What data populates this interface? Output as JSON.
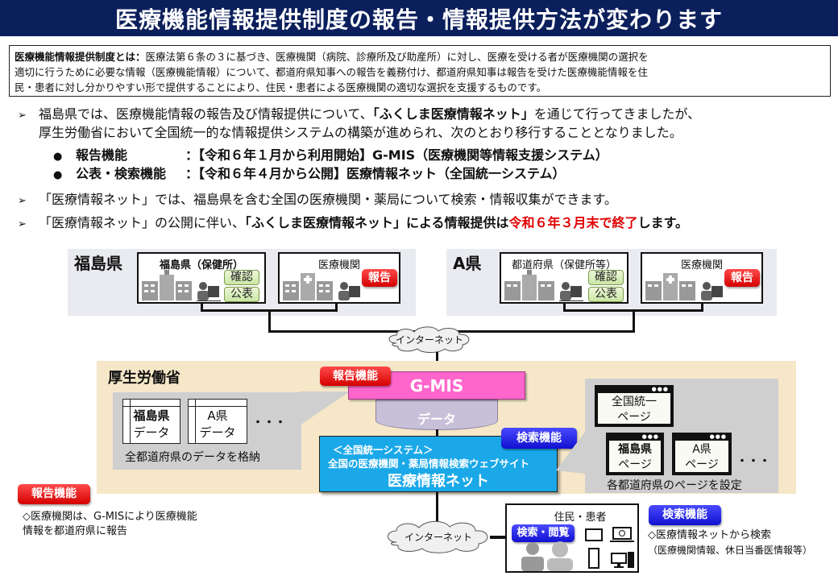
{
  "title": "医療機能情報提供制度の報告・情報提供方法が変わります",
  "definition": {
    "term": "医療機能情報提供制度とは：",
    "body_line1": "医療法第６条の３に基づき、医療機関（病院、診療所及び助産所）に対し、医療を受ける者が医療機関の選択を",
    "body_line2": "適切に行うために必要な情報（医療機能情報）について、都道府県知事への報告を義務付け、都道府県知事は報告を受けた医療機能情報を住",
    "body_line3": "民・患者に対し分かりやすい形で提供することにより、住民・患者による医療機関の適切な選択を支援するものです。"
  },
  "bullets": {
    "b1_pre": "福島県では、医療機能情報の報告及び情報提供について、",
    "b1_bold": "「ふくしま医療情報ネット」",
    "b1_post": "を通じて行ってきましたが、",
    "b1_line2": "厚生労働省において全国統一的な情報提供システムの構築が進められ、次のとおり移行することとなりました。",
    "sub1_label": "報告機能",
    "sub1_value": "：【令和６年１月から利用開始】G-MIS（医療機関等情報支援システム）",
    "sub2_label": "公表・検索機能",
    "sub2_value": "：【令和６年４月から公開】医療情報ネット（全国統一システム）",
    "b2": "「医療情報ネット」では、福島県を含む全国の医療機関・薬局について検索・情報収集ができます。",
    "b3_pre": "「医療情報ネット」の公開に伴い、",
    "b3_bold": "「ふくしま医療情報ネット」による情報提供は",
    "b3_red": "令和６年３月末で終了",
    "b3_post": "します。",
    "arrow_glyph": "➢",
    "dot_glyph": "●"
  },
  "diagram": {
    "fukushima": {
      "label": "福島県",
      "office_title": "福島県（保健所）",
      "confirm": "確認",
      "publish": "公表",
      "facility_title": "医療機関",
      "report": "報告"
    },
    "pref_a": {
      "label": "A県",
      "office_title": "都道府県（保健所等）",
      "confirm": "確認",
      "publish": "公表",
      "facility_title": "医療機関",
      "report": "報告"
    },
    "internet_top": "インターネット",
    "internet_bottom": "インターネット",
    "mhlw": {
      "label": "厚生労働省",
      "report_function": "報告機能",
      "gmis": "G-MIS",
      "data": "データ",
      "data_cards": [
        {
          "line1": "福島県",
          "line2": "データ"
        },
        {
          "line1": "A県",
          "line2": "データ"
        }
      ],
      "ellipsis": "・・・",
      "storage_caption": "全都道府県のデータを格納",
      "search_function": "検索機能",
      "site_line1": "＜全国統一システム＞",
      "site_line2": "全国の医療機関・薬局情報検索ウェブサイト",
      "site_name": "医療情報ネット",
      "pages": [
        {
          "line1": "全国統一",
          "line2": "ページ"
        },
        {
          "line1": "福島県",
          "line2": "ページ"
        },
        {
          "line1": "A県",
          "line2": "ページ"
        }
      ],
      "pages_caption": "各都道府県のページを設定"
    },
    "residents": {
      "title": "住民・患者",
      "browse": "検索・閲覧"
    },
    "legend_report": {
      "tag": "報告機能",
      "text_line1": "◇医療機関は、G-MISにより医療機能",
      "text_line2": "情報を都道府県に報告"
    },
    "legend_search": {
      "tag": "検索機能",
      "text_line1": "◇医療情報ネットから検索",
      "text_line2": "（医療機関情報、休日当番医情報等）"
    }
  },
  "colors": {
    "title_bg": "#0b1f5c",
    "red_tag": "#e00000",
    "blue_tag": "#1a1ae0",
    "gmis_pink": "#ff66cc",
    "data_lavender": "#c8bfd8",
    "site_cyan": "#1aa8e8",
    "mhlw_bg": "#f5e7c7",
    "pref_bg": "#e9ebf0"
  }
}
